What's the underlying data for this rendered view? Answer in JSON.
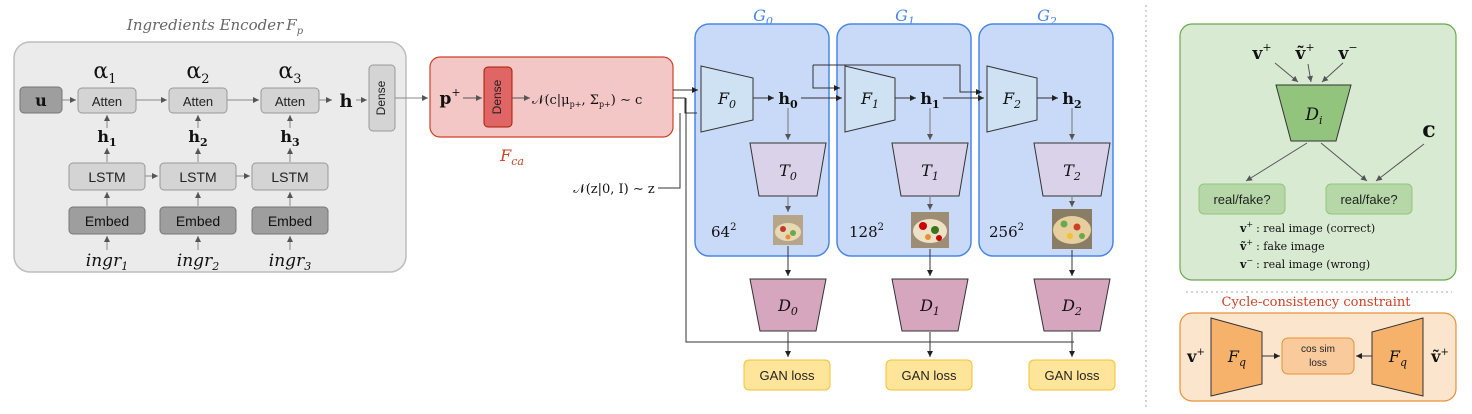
{
  "encoder": {
    "title_text": "Ingredients Encoder",
    "title_sym": "F",
    "title_sub": "p",
    "u_label": "u",
    "alpha": [
      {
        "sym": "α",
        "sub": "1"
      },
      {
        "sym": "α",
        "sub": "2"
      },
      {
        "sym": "α",
        "sub": "3"
      }
    ],
    "atten_label": "Atten",
    "hidden": [
      {
        "sym": "h",
        "sub": "1"
      },
      {
        "sym": "h",
        "sub": "2"
      },
      {
        "sym": "h",
        "sub": "3"
      }
    ],
    "lstm_label": "LSTM",
    "embed_label": "Embed",
    "ingr": [
      {
        "sym": "ingr",
        "sub": "1"
      },
      {
        "sym": "ingr",
        "sub": "2"
      },
      {
        "sym": "ingr",
        "sub": "3"
      }
    ],
    "h_out": "h",
    "dense_label": "Dense"
  },
  "conditioning": {
    "p_label": "p",
    "p_sup": "+",
    "dense_label": "Dense",
    "normal_text": "𝒩(c|μ",
    "normal_sub": "p+",
    "normal_mid": ", Σ",
    "normal_tail": ") ∼ c",
    "label_sym": "F",
    "label_sub": "ca",
    "noise_text": "𝒩(z|0, I) ∼ z"
  },
  "generators": [
    {
      "g_label": "G",
      "g_sub": "0",
      "f_label": "F",
      "f_sub": "0",
      "h_label": "h",
      "h_sub": "0",
      "t_label": "T",
      "t_sub": "0",
      "res": "64",
      "d_label": "D",
      "d_sub": "0",
      "loss": "GAN loss"
    },
    {
      "g_label": "G",
      "g_sub": "1",
      "f_label": "F",
      "f_sub": "1",
      "h_label": "h",
      "h_sub": "1",
      "t_label": "T",
      "t_sub": "1",
      "res": "128",
      "d_label": "D",
      "d_sub": "1",
      "loss": "GAN loss"
    },
    {
      "g_label": "G",
      "g_sub": "2",
      "f_label": "F",
      "f_sub": "2",
      "h_label": "h",
      "h_sub": "2",
      "t_label": "T",
      "t_sub": "2",
      "res": "256",
      "d_label": "D",
      "d_sub": "2",
      "loss": "GAN loss"
    }
  ],
  "res_sup": "2",
  "discriminator_panel": {
    "inputs": [
      "v",
      "ṽ",
      "v"
    ],
    "input_sups": [
      "+",
      "+",
      "−"
    ],
    "d_label": "D",
    "d_sub": "i",
    "c_label": "c",
    "out_left": "real/fake?",
    "out_right": "real/fake?",
    "legend": [
      {
        "sym": "v",
        "sup": "+",
        "text": ": real image (correct)"
      },
      {
        "sym": "ṽ",
        "sup": "+",
        "text": ": fake image"
      },
      {
        "sym": "v",
        "sup": "−",
        "text": ": real image (wrong)"
      }
    ]
  },
  "cycle_panel": {
    "title": "Cycle-consistency constraint",
    "left_sym": "v",
    "left_sup": "+",
    "fq_sym": "F",
    "fq_sub": "q",
    "cos_label_1": "cos sim",
    "cos_label_2": "loss",
    "right_sym": "ṽ",
    "right_sup": "+"
  },
  "colors": {
    "encoder_bg": "#ebebeb",
    "encoder_box": "#d4d4d4",
    "dark_box": "#9e9e9e",
    "ca_bg": "#f4c7c7",
    "ca_dense": "#e06666",
    "gen_bg": "#c9daf8",
    "gen_border": "#4a86e8",
    "f_trap": "#cfe2f3",
    "t_trap": "#d9d2e9",
    "d_trap": "#d5a6bd",
    "loss_box": "#ffe599",
    "green_bg": "#d9ead3",
    "green_dark": "#93c47d",
    "orange_bg": "#fce5cd",
    "orange_dark": "#f6b26b"
  }
}
